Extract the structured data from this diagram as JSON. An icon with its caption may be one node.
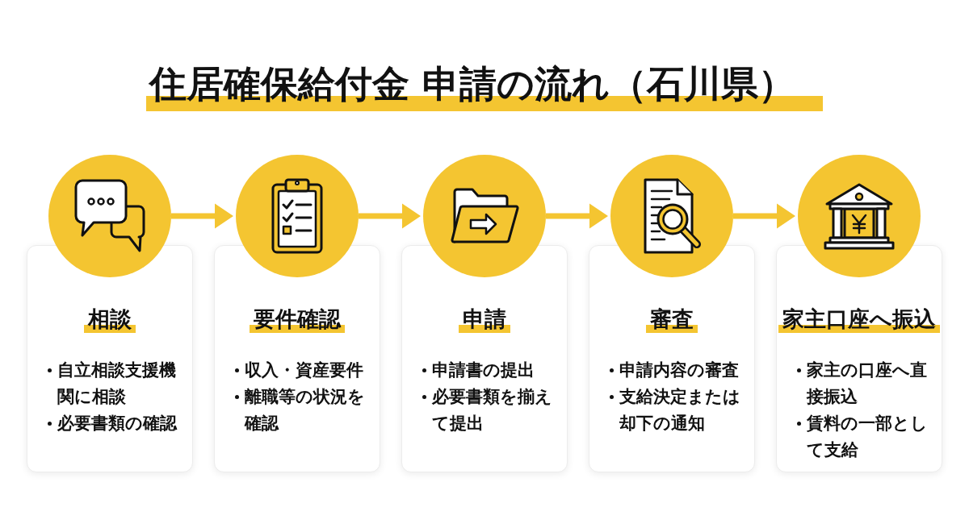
{
  "diagram": {
    "title": "住居確保給付金 申請の流れ（石川県）",
    "nodes": [
      {
        "text": [],
        "shape": "circle"
      },
      {
        "text": [
          "相談",
          "自立相談支援機関に相談",
          "必要書類の確認"
        ]
      },
      {
        "text": [],
        "shape": "circle"
      },
      {
        "text": [
          "要件確認",
          "収入・資産要件",
          "離職等の状況を確認"
        ]
      },
      {
        "text": [],
        "shape": "circle"
      },
      {
        "text": [
          "申請",
          "申請書の提出",
          "必要書類を揃えて提出"
        ]
      },
      {
        "text": [],
        "shape": "circle"
      },
      {
        "text": [
          "審査",
          "申請内容の審査",
          "支給決定または却下の通知"
        ]
      },
      {
        "text": [],
        "shape": "circle"
      },
      {
        "text": [
          "家主口座へ振込",
          "家主の口座へ直接振込",
          "賃料の一部として支給"
        ]
      }
    ],
    "edges": [
      {
        "from": 0,
        "to": 2,
        "arrow": "to"
      },
      {
        "from": 2,
        "to": 4,
        "arrow": "to"
      },
      {
        "from": 4,
        "to": 6,
        "arrow": "to"
      },
      {
        "from": 6,
        "to": 8,
        "arrow": "to"
      }
    ]
  }
}
